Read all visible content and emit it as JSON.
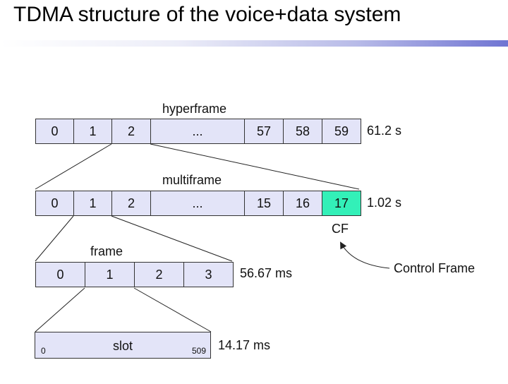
{
  "title": "TDMA structure of the voice+data system",
  "colors": {
    "cell_fill": "#e3e4f8",
    "highlight_fill": "#33f0b8",
    "line": "#222222"
  },
  "hyperframe": {
    "label": "hyperframe",
    "cells": [
      "0",
      "1",
      "2",
      "...",
      "57",
      "58",
      "59"
    ],
    "duration": "61.2 s"
  },
  "multiframe": {
    "label": "multiframe",
    "cells": [
      "0",
      "1",
      "2",
      "...",
      "15",
      "16",
      "17"
    ],
    "duration": "1.02 s",
    "highlight_cell": "17",
    "highlight_tag": "CF",
    "callout": "Control Frame"
  },
  "frame": {
    "label": "frame",
    "cells": [
      "0",
      "1",
      "2",
      "3"
    ],
    "duration": "56.67 ms"
  },
  "slot": {
    "label": "slot",
    "start": "0",
    "end": "509",
    "duration": "14.17 ms"
  }
}
